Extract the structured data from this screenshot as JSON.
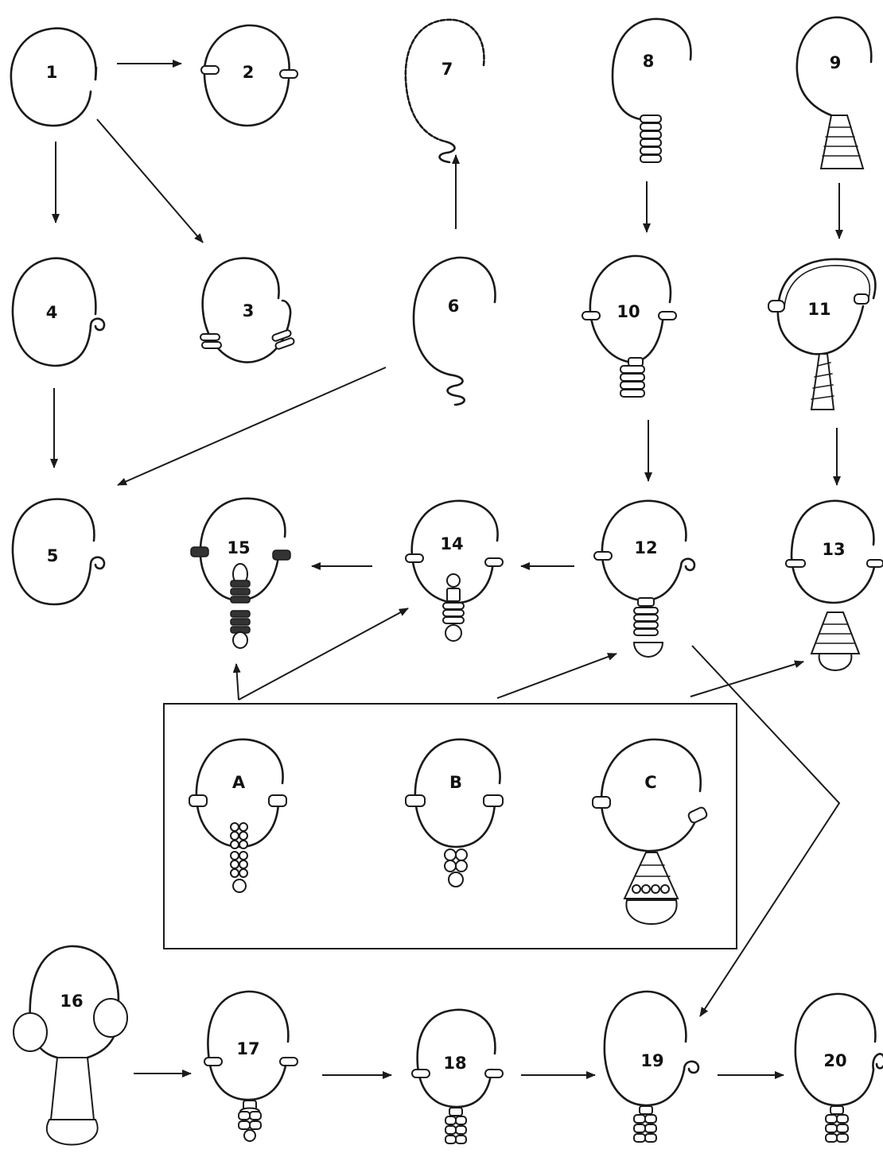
{
  "labels": {
    "n1": "1",
    "n2": "2",
    "n3": "3",
    "n4": "4",
    "n5": "5",
    "n6": "6",
    "n7": "7",
    "n8": "8",
    "n9": "9",
    "n10": "10",
    "n11": "11",
    "n12": "12",
    "n13": "13",
    "n14": "14",
    "n15": "15",
    "n16": "16",
    "n17": "17",
    "n18": "18",
    "n19": "19",
    "n20": "20",
    "a": "A",
    "b": "B",
    "c": "C"
  }
}
